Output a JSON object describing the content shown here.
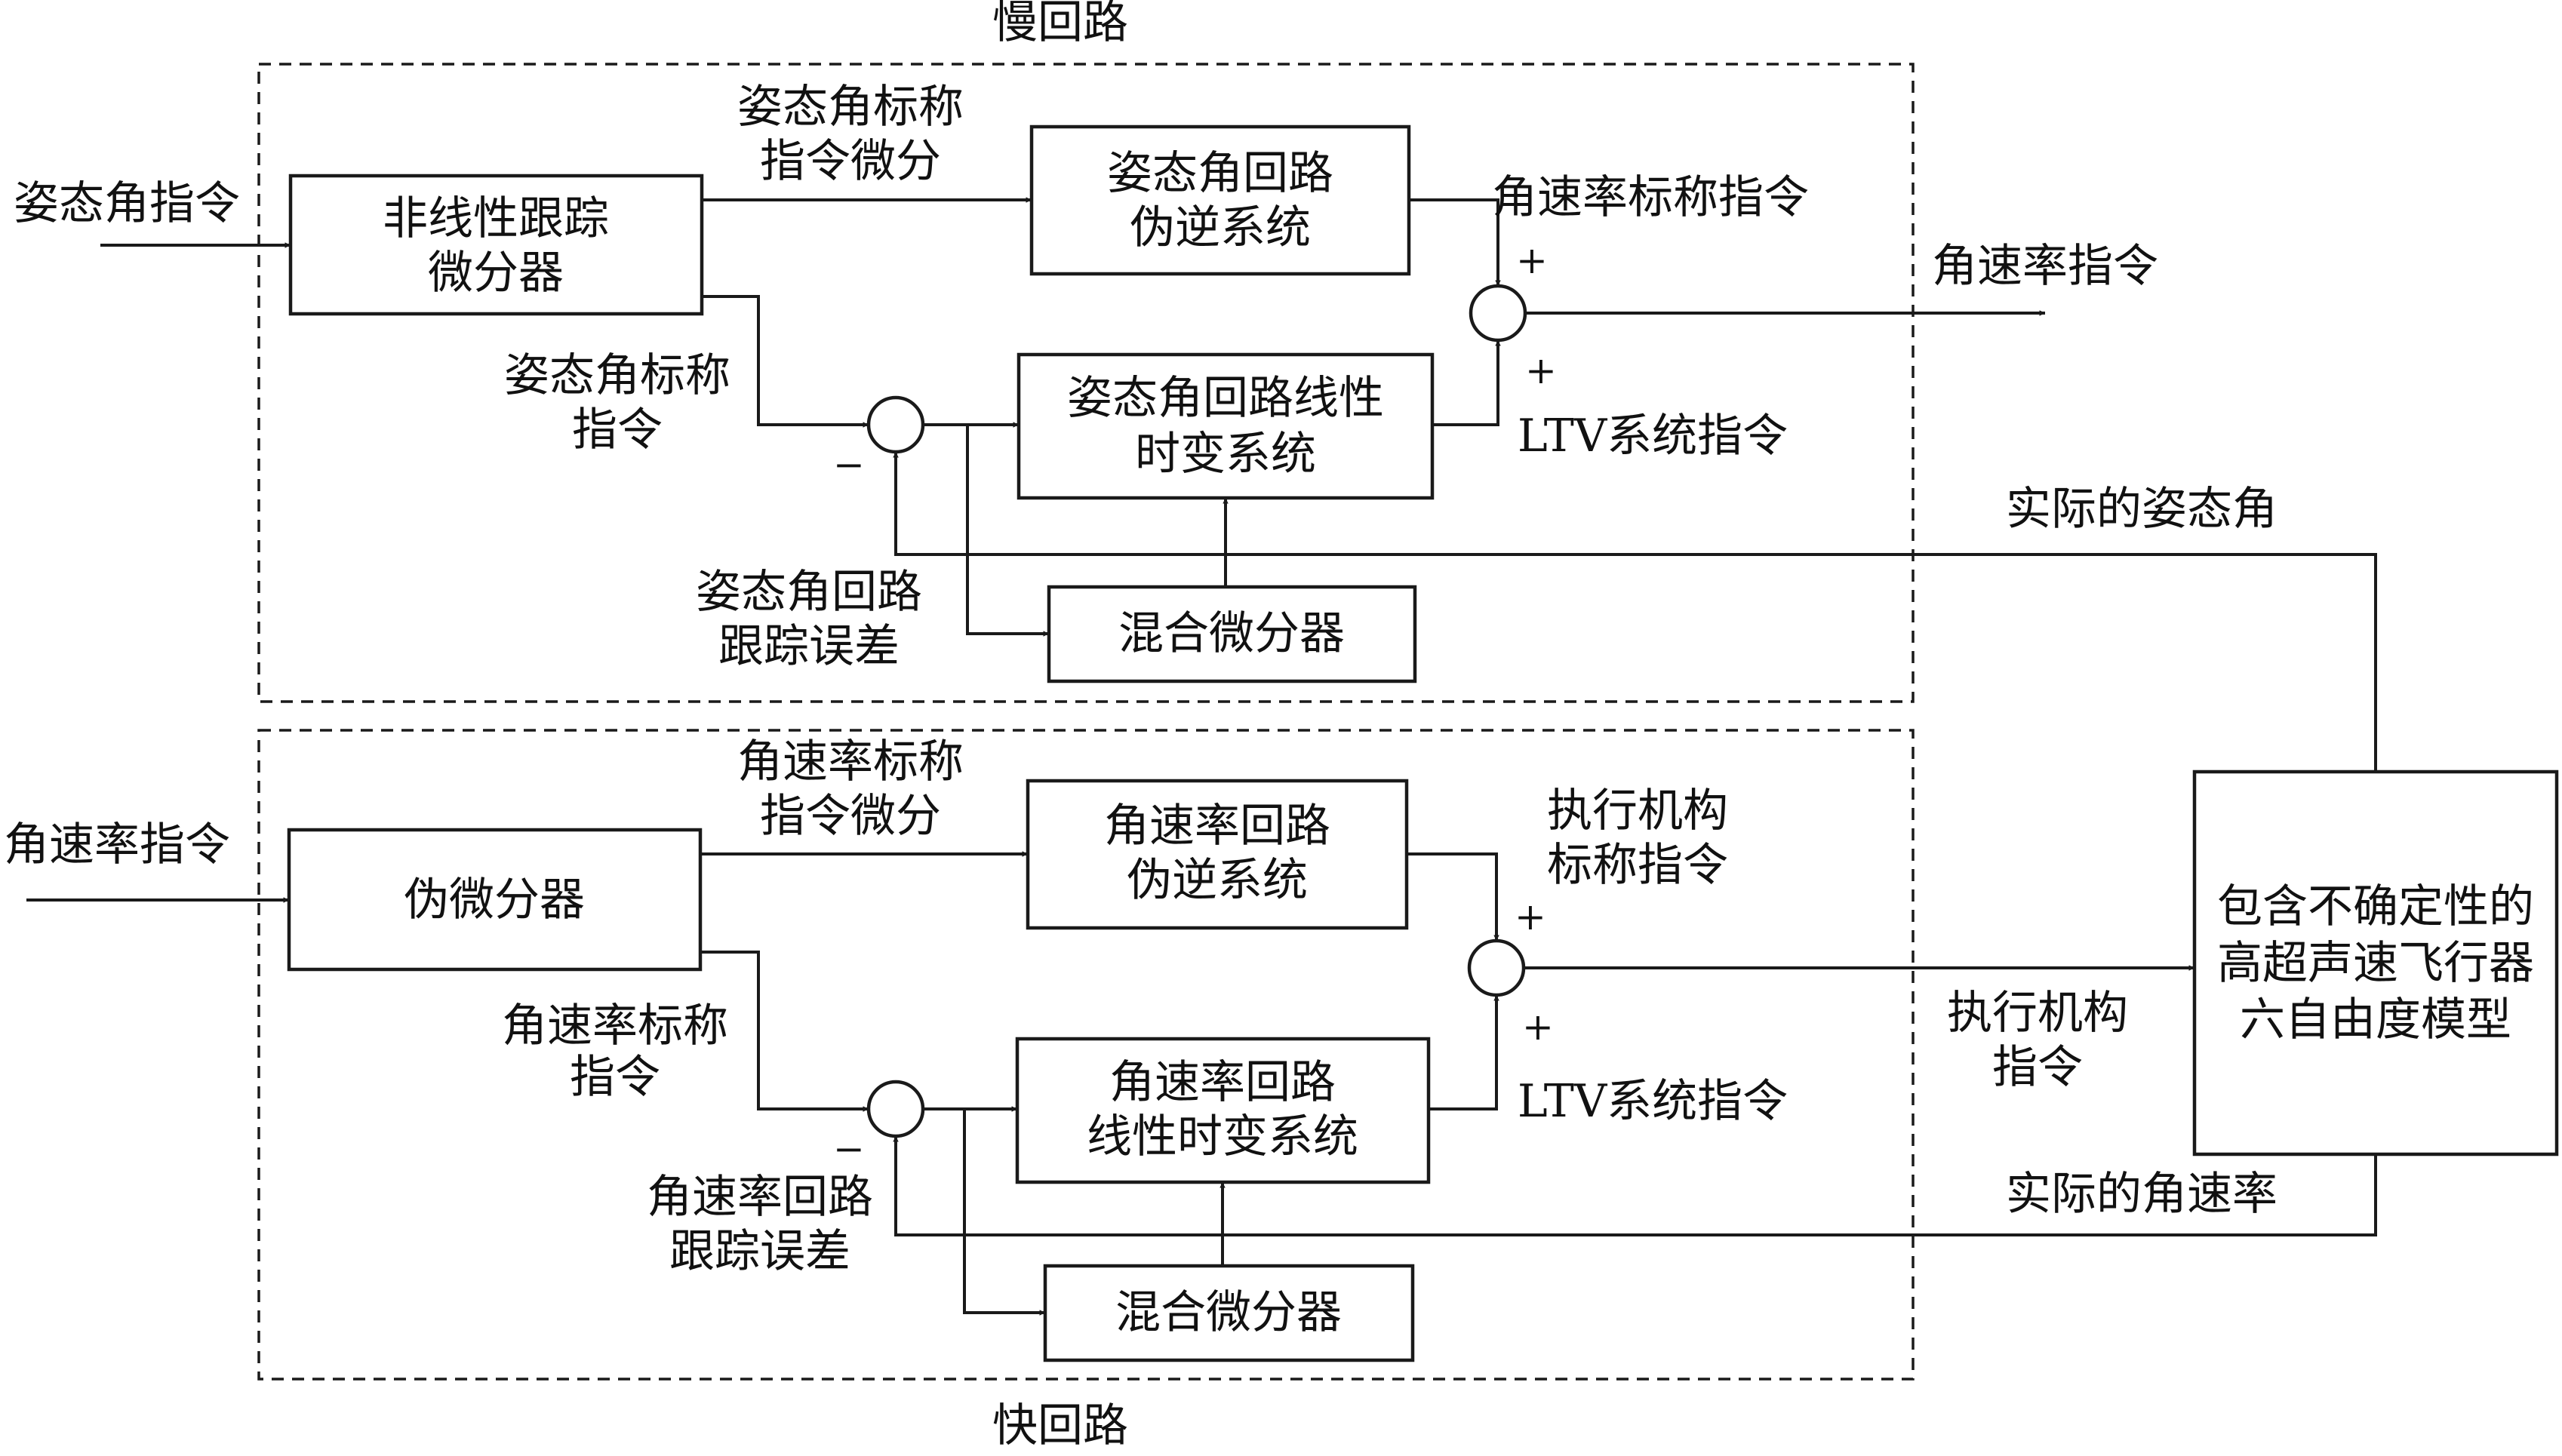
{
  "regions": {
    "slow_loop": "慢回路",
    "fast_loop": "快回路"
  },
  "blocks": {
    "ntd": [
      "非线性跟踪",
      "微分器"
    ],
    "att_pseudo_inverse": [
      "姿态角回路",
      "伪逆系统"
    ],
    "att_ltv": [
      "姿态角回路线性",
      "时变系统"
    ],
    "att_mix_diff": [
      "混合微分器"
    ],
    "pseudo_diff": [
      "伪微分器"
    ],
    "rate_pseudo_inverse": [
      "角速率回路",
      "伪逆系统"
    ],
    "rate_ltv": [
      "角速率回路",
      "线性时变系统"
    ],
    "rate_mix_diff": [
      "混合微分器"
    ],
    "plant": [
      "包含不确定性的",
      "高超声速飞行器",
      "六自由度模型"
    ]
  },
  "signals": {
    "att_cmd": "姿态角指令",
    "att_nominal_cmd_deriv": [
      "姿态角标称",
      "指令微分"
    ],
    "att_nominal_cmd": [
      "姿态角标称",
      "指令"
    ],
    "rate_nominal_cmd_upper": "角速率标称指令",
    "ltv_cmd_upper": "LTV系统指令",
    "rate_cmd_out": "角速率指令",
    "actual_att": "实际的姿态角",
    "att_tracking_error": [
      "姿态角回路",
      "跟踪误差"
    ],
    "rate_cmd_in": "角速率指令",
    "rate_nominal_cmd_deriv": [
      "角速率标称",
      "指令微分"
    ],
    "rate_nominal_cmd": [
      "角速率标称",
      "指令"
    ],
    "actuator_nominal_cmd": [
      "执行机构",
      "标称指令"
    ],
    "ltv_cmd_lower": "LTV系统指令",
    "actuator_cmd": [
      "执行机构",
      "指令"
    ],
    "actual_rate": "实际的角速率",
    "rate_tracking_error": [
      "角速率回路",
      "跟踪误差"
    ]
  },
  "signs": {
    "plus": "+",
    "minus": "−"
  }
}
